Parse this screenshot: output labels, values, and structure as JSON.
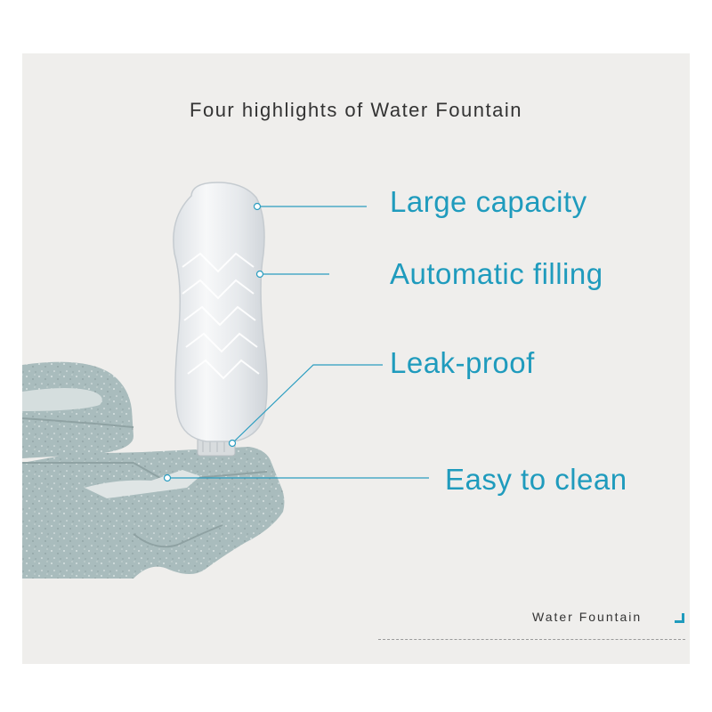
{
  "heading": "Four highlights of Water Fountain",
  "features": [
    {
      "label": "Large capacity"
    },
    {
      "label": "Automatic filling"
    },
    {
      "label": "Leak-proof"
    },
    {
      "label": "Easy to clean"
    }
  ],
  "footer": {
    "label": "Water Fountain"
  },
  "colors": {
    "accent": "#1f9bbd",
    "panel": "#efeeec",
    "bowl": "#a9bcbd",
    "bottle": "#eef0f2"
  }
}
